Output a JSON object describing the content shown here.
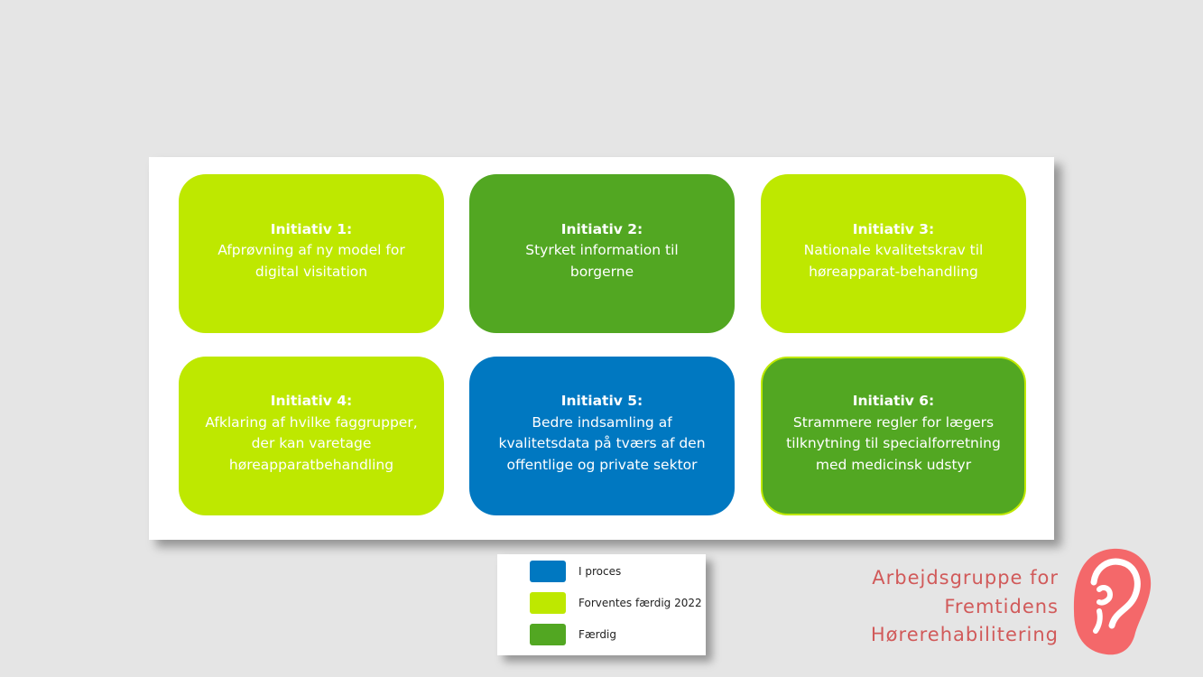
{
  "initiatives": [
    {
      "title": "Initiativ 1:",
      "lines": [
        "Afprøvning af ny model for",
        "digital visitation"
      ],
      "status": "forventes"
    },
    {
      "title": "Initiativ 2:",
      "lines": [
        "Styrket information til",
        "borgerne"
      ],
      "status": "faerdig"
    },
    {
      "title": "Initiativ 3:",
      "lines": [
        "Nationale kvalitetskrav til",
        "høreapparat-behandling"
      ],
      "status": "forventes"
    },
    {
      "title": "Initiativ 4:",
      "lines": [
        "Afklaring af hvilke faggrupper,",
        "der kan varetage",
        "høreapparatbehandling"
      ],
      "status": "forventes"
    },
    {
      "title": "Initiativ 5:",
      "lines": [
        "Bedre indsamling af",
        "kvalitetsdata på tværs af den",
        "offentlige og private sektor"
      ],
      "status": "i_proces"
    },
    {
      "title": "Initiativ 6:",
      "lines": [
        "Strammere regler for lægers",
        "tilknytning til specialforretning",
        "med medicinsk udstyr"
      ],
      "status": "faerdig"
    }
  ],
  "legend": {
    "items": [
      {
        "label": "I proces",
        "color": "#0078c1"
      },
      {
        "label": "Forventes færdig 2022",
        "color": "#bee800"
      },
      {
        "label": "Færdig",
        "color": "#52a722"
      }
    ]
  },
  "colors": {
    "i_proces": "#0078c1",
    "forventes": "#bee800",
    "faerdig": "#52a722",
    "brand": "#d15a5a",
    "logo": "#f4686a"
  },
  "org": {
    "lines": [
      "Arbejdsgruppe for",
      "Fremtidens",
      "Hørerehabilitering"
    ],
    "logo_icon": "ear-icon"
  }
}
